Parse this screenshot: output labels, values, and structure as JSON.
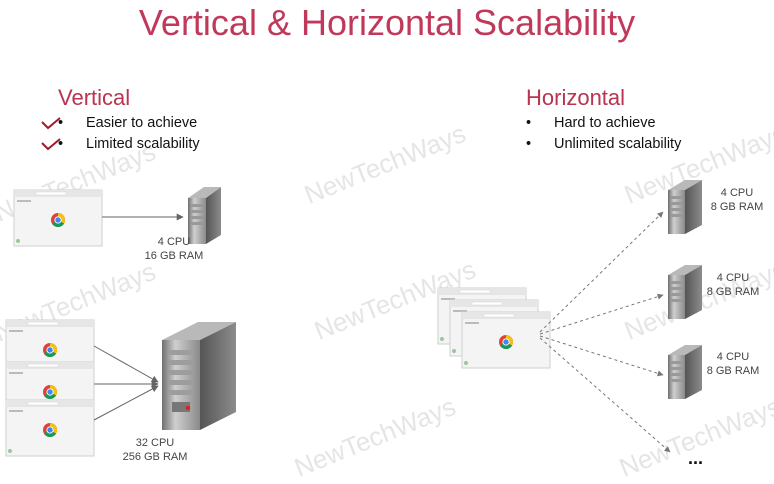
{
  "title": "Vertical & Horizontal Scalability",
  "vertical": {
    "heading": "Vertical",
    "bullets": [
      "Easier to achieve",
      "Limited scalability"
    ],
    "small_server": {
      "cpu": "4 CPU",
      "ram": "16 GB RAM"
    },
    "big_server": {
      "cpu": "32 CPU",
      "ram": "256 GB RAM"
    }
  },
  "horizontal": {
    "heading": "Horizontal",
    "bullets": [
      "Hard to achieve",
      "Unlimited scalability"
    ],
    "servers": [
      {
        "cpu": "4 CPU",
        "ram": "8 GB RAM"
      },
      {
        "cpu": "4 CPU",
        "ram": "8 GB RAM"
      },
      {
        "cpu": "4 CPU",
        "ram": "8 GB RAM"
      }
    ],
    "more": "..."
  },
  "watermark": "NewTechWays",
  "colors": {
    "title": "#c1395a",
    "heading": "#b8344f",
    "check": "#9b1c2e"
  }
}
